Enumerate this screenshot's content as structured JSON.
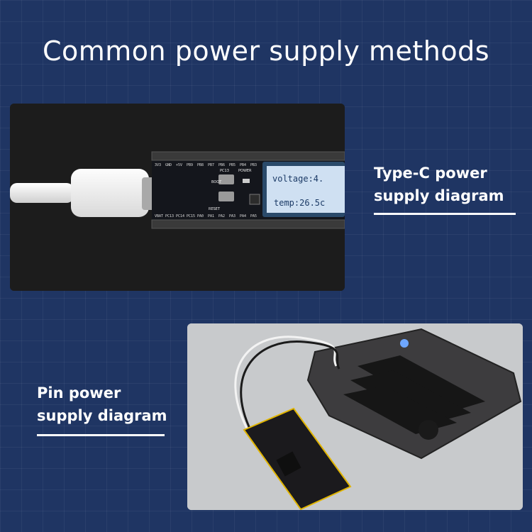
{
  "headline": "Common power supply methods",
  "top_photo": {
    "caption_line1": "Type-C power",
    "caption_line2": "supply diagram",
    "screen_line1": "voltage:4.",
    "screen_line2": "temp:26.5c",
    "pin_labels_top": [
      "3V3",
      "GND",
      "+5V",
      "PB9",
      "PB8",
      "PB7",
      "PB6",
      "PB5",
      "PB4",
      "PB3"
    ],
    "pin_labels_bottom": [
      "VBAT",
      "PC13",
      "PC14",
      "PC15",
      "PA0",
      "PA1",
      "PA2",
      "PA3",
      "PA4",
      "PA5"
    ],
    "board_labels": [
      "PC13",
      "POWER",
      "BOOT",
      "RESET"
    ]
  },
  "bottom_photo": {
    "caption_line1": "Pin power",
    "caption_line2": "supply diagram"
  },
  "colors": {
    "background": "#1f3563",
    "text": "#ffffff"
  }
}
